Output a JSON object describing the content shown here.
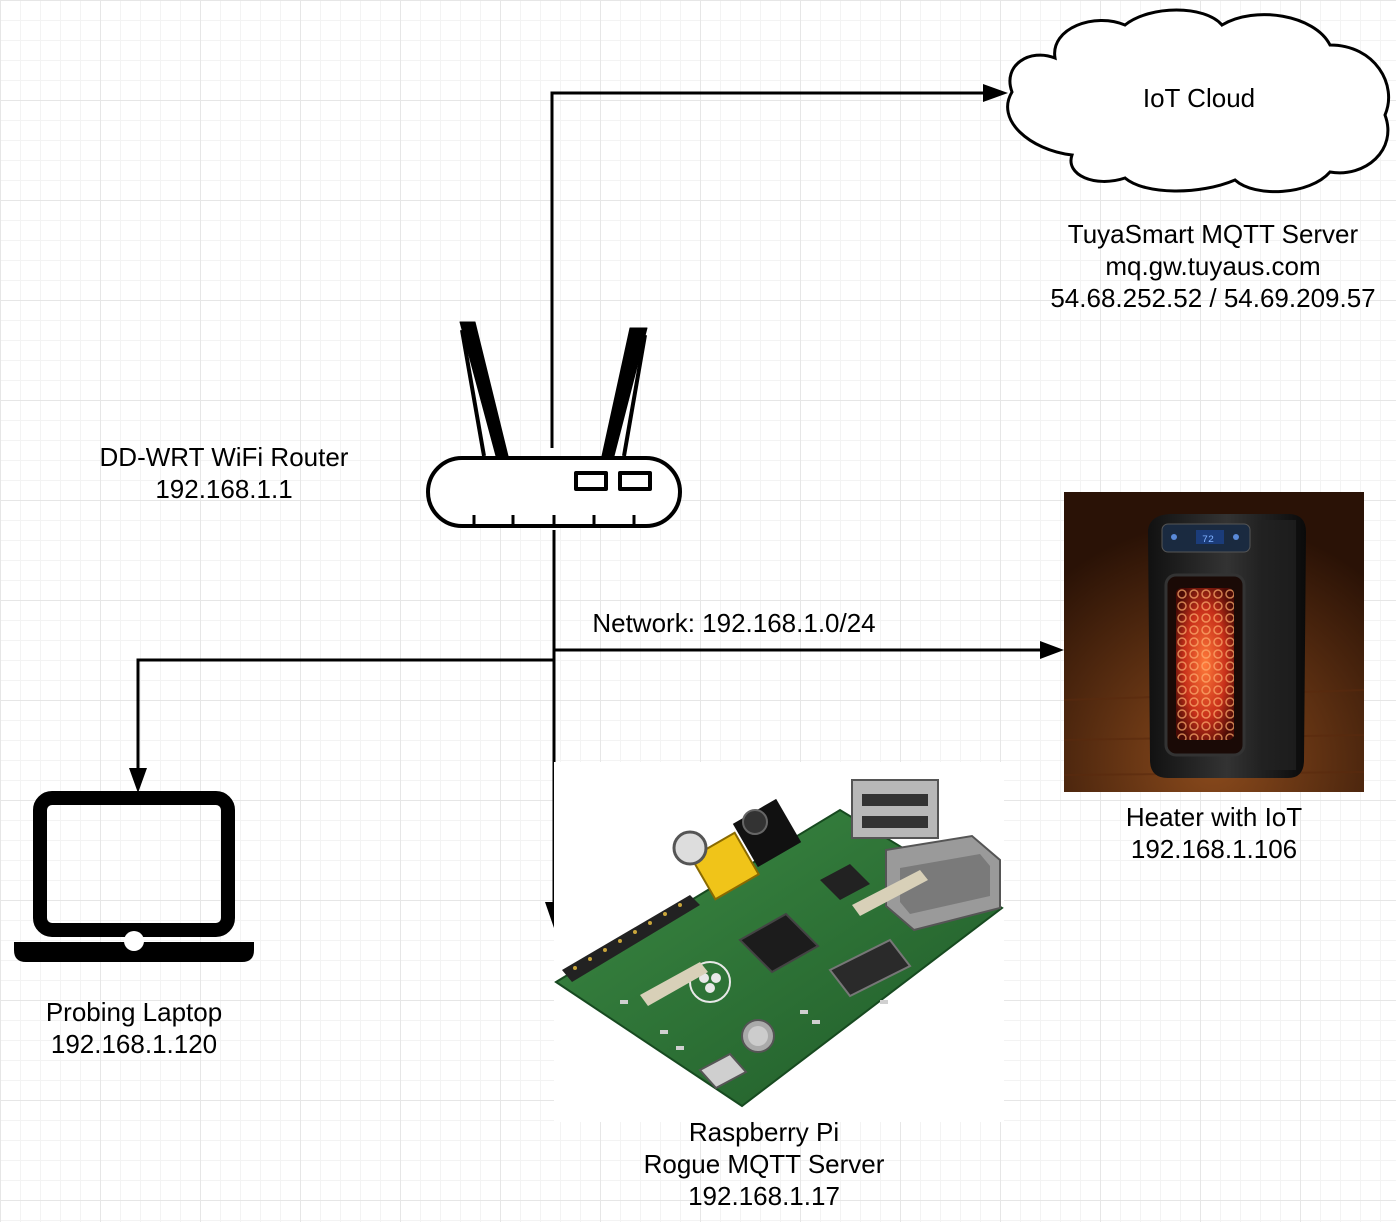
{
  "cloud": {
    "label": "IoT Cloud",
    "server_name": "TuyaSmart MQTT Server",
    "server_host": "mq.gw.tuyaus.com",
    "server_ips": "54.68.252.52 / 54.69.209.57"
  },
  "router": {
    "name": "DD-WRT WiFi Router",
    "ip": "192.168.1.1",
    "icon": "router-icon"
  },
  "network": {
    "label": "Network: 192.168.1.0/24"
  },
  "heater": {
    "name": "Heater with IoT",
    "ip": "192.168.1.106",
    "image": "infrared-heater-photo"
  },
  "laptop": {
    "name": "Probing Laptop",
    "ip": "192.168.1.120",
    "icon": "laptop-icon"
  },
  "raspberry_pi": {
    "name": "Raspberry Pi",
    "role": "Rogue MQTT Server",
    "ip": "192.168.1.17",
    "image": "raspberry-pi-board-photo"
  },
  "colors": {
    "line": "#000000",
    "grid": "#e6e6e6",
    "heater_background": "#4a2410",
    "heater_glow": "#e0401c",
    "pcb_green": "#2f7a3a"
  }
}
